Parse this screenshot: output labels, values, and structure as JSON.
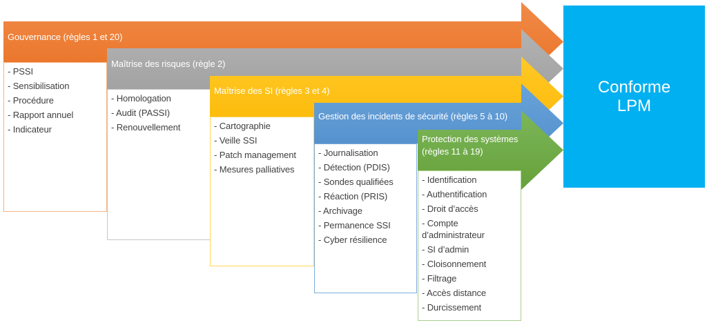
{
  "diagram": {
    "title_box": {
      "label": "Conforme\nLPM",
      "fill": "#00B0F0",
      "text_color": "#FFFFFF"
    },
    "groups": [
      {
        "banner": "Gouvernance (règles 1 et 20)",
        "colors": {
          "light": "#F08B49",
          "dark": "#EA7124",
          "box_border": "#F5B183"
        },
        "items": [
          "- PSSI",
          "- Sensibilisation",
          "- Procédure",
          "- Rapport annuel",
          "- Indicateur"
        ]
      },
      {
        "banner": "Maîtrise des risques (règle 2)",
        "colors": {
          "light": "#B3B3B3",
          "dark": "#9D9D9D",
          "box_border": "#C6C6C6"
        },
        "items": [
          "- Homologation",
          "- Audit (PASSI)",
          "- Renouvellement"
        ]
      },
      {
        "banner": "Maîtrise des SI (règles 3 et 4)",
        "colors": {
          "light": "#FFC928",
          "dark": "#FCB804",
          "box_border": "#FFD45B"
        },
        "items": [
          "- Cartographie",
          "- Veille SSI",
          "- Patch management",
          "- Mesures palliatives"
        ]
      },
      {
        "banner": "Gestion des incidents de sécurité (règles 5 à 10)",
        "colors": {
          "light": "#6AA3DA",
          "dark": "#4F8DCA",
          "box_border": "#7EACDB"
        },
        "items": [
          "- Journalisation",
          "- Détection (PDIS)",
          "- Sondes qualifiées",
          "- Réaction (PRIS)",
          "- Archivage",
          "- Permanence SSI",
          "- Cyber résilience"
        ]
      },
      {
        "banner": "Protection des systèmes\n(règles 11 à 19)",
        "colors": {
          "light": "#7CB65A",
          "dark": "#66A13A",
          "box_border": "#A9D18E"
        },
        "items": [
          "- Identification",
          "- Authentification",
          "- Droit d’accès",
          "- Compte d’administrateur",
          "- SI d’admin",
          "- Cloisonnement",
          "- Filtrage",
          "- Accès distance",
          "- Durcissement"
        ]
      }
    ]
  }
}
